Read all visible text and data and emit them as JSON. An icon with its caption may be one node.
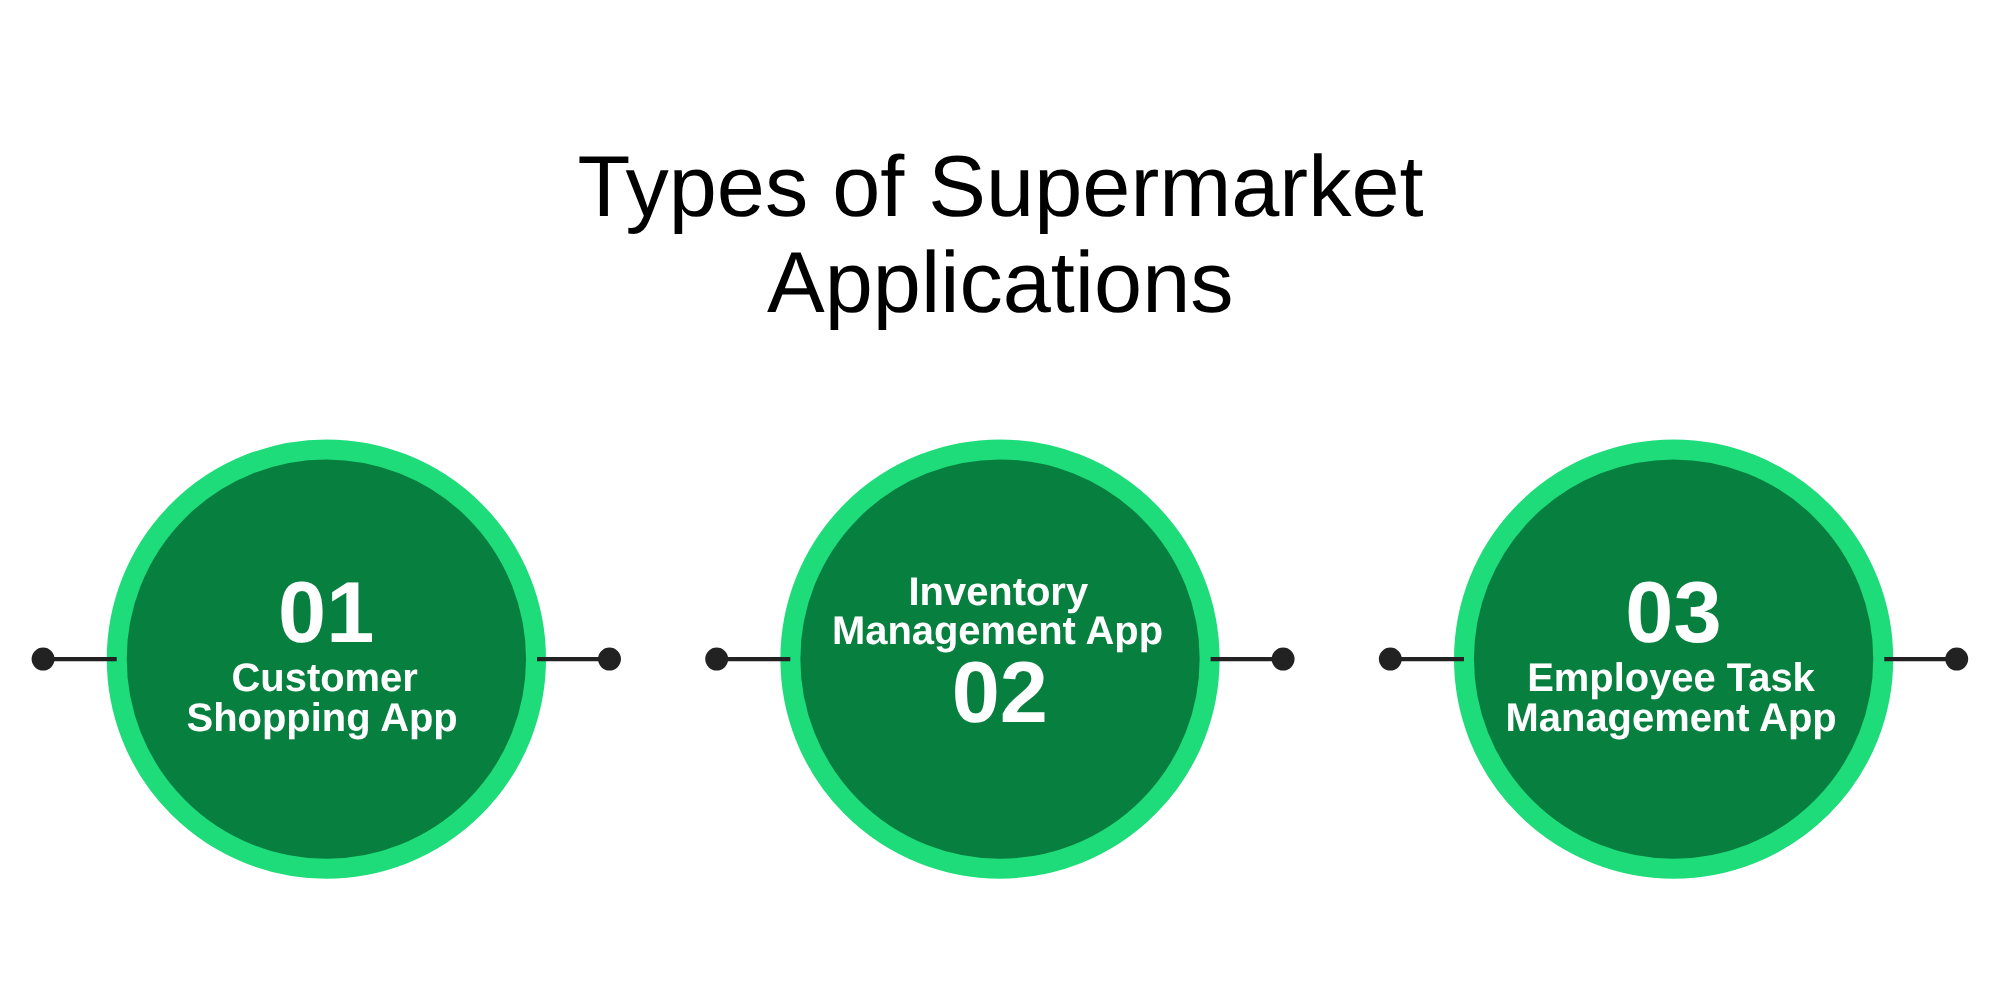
{
  "diagram": {
    "title": "Types of Supermarket Applications",
    "nodes": [
      {
        "text": [
          "01",
          "Customer Shopping App"
        ]
      },
      {
        "text": [
          "Inventory Management App",
          "02"
        ]
      },
      {
        "text": [
          "03",
          "Employee Task Management App"
        ]
      }
    ],
    "edges": [
      {
        "from": null,
        "to": 0,
        "arrow": "other"
      },
      {
        "from": 0,
        "to": null,
        "arrow": "other"
      },
      {
        "from": null,
        "to": 1,
        "arrow": "other"
      },
      {
        "from": 1,
        "to": null,
        "arrow": "other"
      },
      {
        "from": null,
        "to": 2,
        "arrow": "other"
      },
      {
        "from": 2,
        "to": null,
        "arrow": "other"
      }
    ]
  }
}
